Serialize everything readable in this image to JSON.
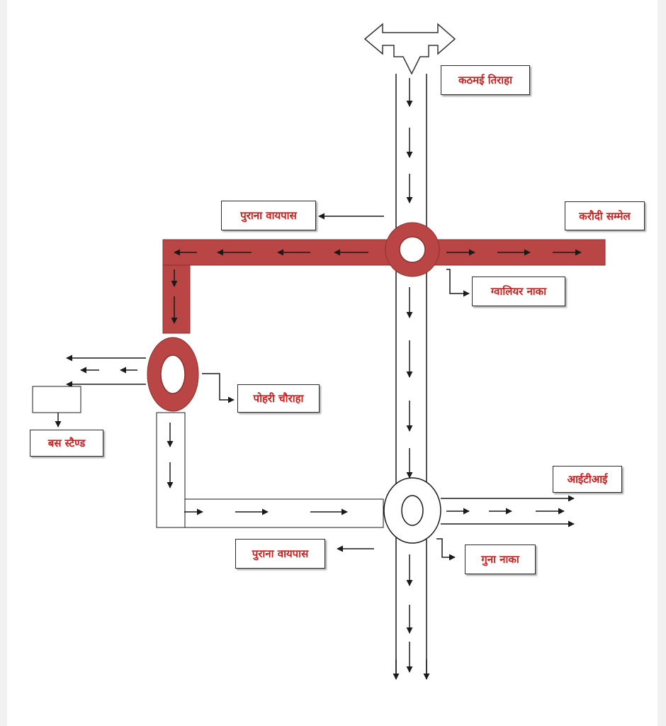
{
  "colors": {
    "route": "#b94545",
    "route_edge": "#8f2d2d",
    "line": "#1a1a1a",
    "label_text": "#d01f1f"
  },
  "labels": {
    "kathmai_tiraha": "कठमई तिराहा",
    "purana_bypass_top": "पुराना वायपास",
    "karodi_sammel": "करौदी सम्मेल",
    "gwalior_naka": "ग्वालियर नाका",
    "pohri_chauraha": "पोहरी चौराहा",
    "bus_stand": "बस स्टैण्ड",
    "iti": "आईटीआई",
    "purana_bypass_bottom": "पुराना वायपास",
    "guna_naka": "गुना नाका"
  }
}
